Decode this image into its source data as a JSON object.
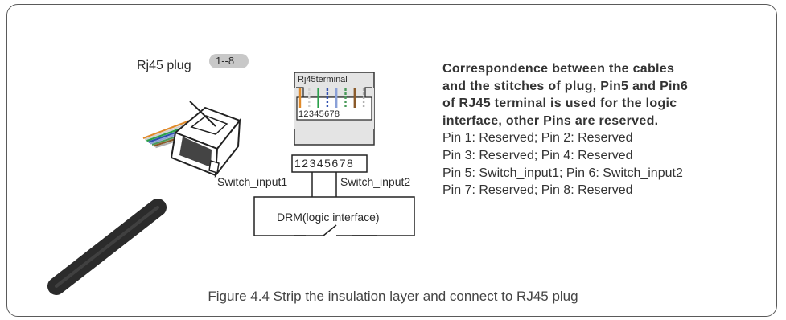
{
  "plug": {
    "label": "Rj45 plug",
    "badge": "1--8"
  },
  "terminal": {
    "title": "Rj45terminal",
    "pins_label": "12345678"
  },
  "connector": {
    "pins_label": "12345678",
    "switch_left": "Switch_input1",
    "switch_right": "Switch_input2",
    "drm_label": "DRM(logic interface)"
  },
  "description": {
    "heading_lines": [
      "Correspondence between the cables",
      "and the stitches of plug, Pin5 and Pin6",
      "of RJ45 terminal is used for the logic",
      "interface, other Pins are reserved."
    ],
    "pins": [
      "Pin 1: Reserved;  Pin 2: Reserved",
      "Pin 3: Reserved; Pin 4: Reserved",
      "Pin 5: Switch_input1;  Pin 6: Switch_input2",
      "Pin 7: Reserved;  Pin 8: Reserved"
    ]
  },
  "caption": "Figure 4.4 Strip the insulation layer and connect to RJ45 plug",
  "colors": {
    "frame": "#5a5a5a",
    "terminal_bg": "#e4e4e4",
    "cable": "#2b2b2b",
    "badge": "#c8c8c8",
    "wires": [
      "#e08a2a",
      "#d0d0d0",
      "#2aa04a",
      "#3050b0",
      "#8aa0d8",
      "#4a9a5a",
      "#8a5a2a",
      "#b0b0b0"
    ]
  }
}
